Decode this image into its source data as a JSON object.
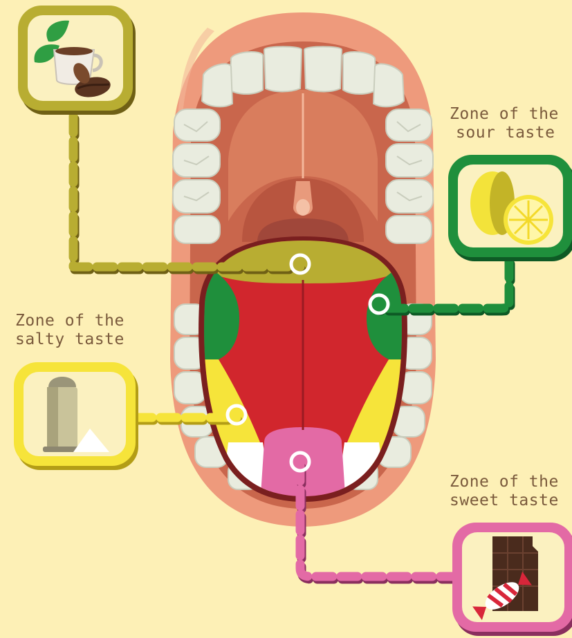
{
  "zones": {
    "bitter": {
      "color": "#b8ad32"
    },
    "sour": {
      "line1": "Zone of the",
      "line2": "sour taste",
      "color": "#1f8f3c"
    },
    "salty": {
      "line1": "Zone of the",
      "line2": "salty taste",
      "color": "#f6e43a"
    },
    "sweet": {
      "line1": "Zone of the",
      "line2": "sweet taste",
      "color": "#e36aa5"
    }
  },
  "icons": {
    "bitter": "coffee-cup-icon",
    "sour": "lemon-icon",
    "salty": "salt-shaker-icon",
    "sweet": "chocolate-candy-icon"
  }
}
